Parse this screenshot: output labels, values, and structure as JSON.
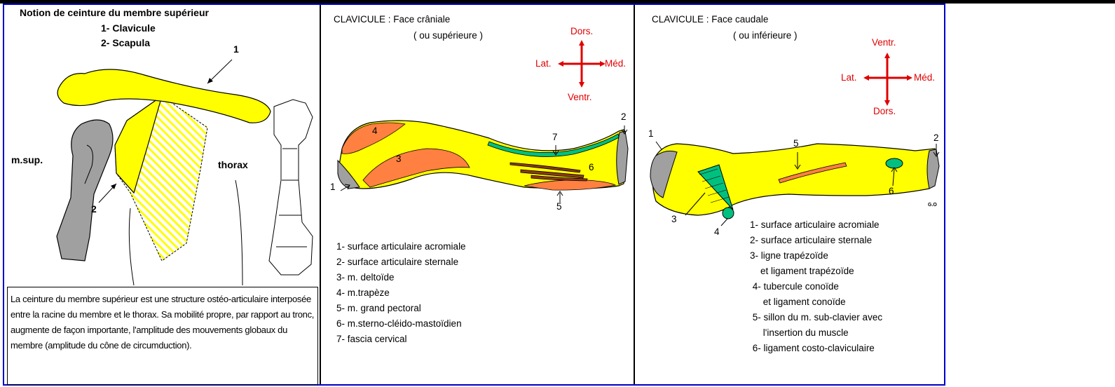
{
  "panel1": {
    "title": "Notion de ceinture du membre supérieur",
    "item1": "1- Clavicule",
    "item2": "2- Scapula",
    "label_msup": "m.sup.",
    "label_thorax": "thorax",
    "pointer1": "1",
    "pointer2": "2",
    "caption": "La ceinture du membre supérieur est une structure ostéo-articulaire interposée entre la racine du membre et le thorax. Sa mobilité propre, par rapport au tronc, augmente de façon importante, l'amplitude des mouvements globaux du membre (amplitude du cône de circumduction)."
  },
  "panel2": {
    "title_line1": "CLAVICULE : Face crâniale",
    "title_line2": "( ou supérieure )",
    "compass": {
      "top": "Dors.",
      "left": "Lat.",
      "right": "Méd.",
      "bottom": "Ventr.",
      "color": "#e00000"
    },
    "markers": [
      "1",
      "2",
      "3",
      "4",
      "5",
      "6",
      "7"
    ],
    "legend": [
      "1- surface articulaire acromiale",
      "2- surface articulaire sternale",
      "3- m. deltoïde",
      "4- m.trapèze",
      "5- m. grand pectoral",
      "6- m.sterno-cléido-mastoïdien",
      "7- fascia cervical"
    ]
  },
  "panel3": {
    "title_line1": "CLAVICULE : Face caudale",
    "title_line2": "( ou inférieure )",
    "compass": {
      "top": "Ventr.",
      "left": "Lat.",
      "right": "Méd.",
      "bottom": "Dors.",
      "color": "#e00000"
    },
    "markers": [
      "1",
      "2",
      "3",
      "4",
      "5",
      "6"
    ],
    "signature": "G.O",
    "legend": [
      "1- surface articulaire acromiale",
      "2- surface articulaire sternale",
      "3- ligne trapézoïde",
      "    et ligament trapézoïde",
      " 4- tubercule conoïde",
      "     et ligament conoïde",
      " 5- sillon du m. sub-clavier avec",
      "     l'insertion du muscle",
      " 6- ligament costo-claviculaire"
    ]
  },
  "colors": {
    "bone": "#ffff00",
    "muscle": "#ff8040",
    "articular": "#a0a0a0",
    "fascia": "#00c080",
    "frame": "#0000c8"
  }
}
